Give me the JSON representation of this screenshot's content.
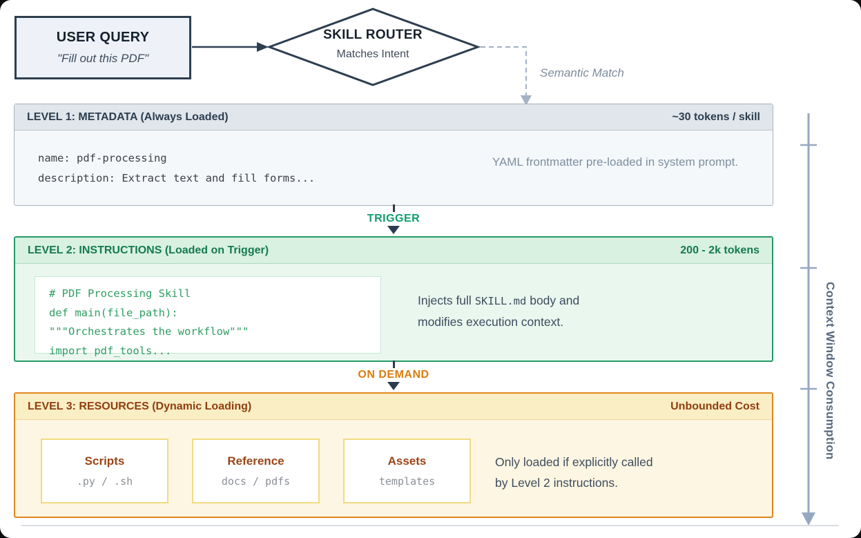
{
  "colors": {
    "navy": "#2d3e50",
    "green_accent": "#249a67",
    "green_text": "#157a4f",
    "trigger_green": "#0f9e6d",
    "orange_accent": "#df861e",
    "on_demand_orange": "#d97d0e",
    "brown_text": "#8f3e0e",
    "card_title_rust": "#9a4516",
    "note_gray": "#7e8ea0",
    "axis_gray_blue": "#96a8c1"
  },
  "flow": {
    "user_query": {
      "title": "USER QUERY",
      "subtitle": "\"Fill out this PDF\""
    },
    "skill_router": {
      "title": "SKILL ROUTER",
      "subtitle": "Matches Intent"
    },
    "semantic_match_label": "Semantic Match"
  },
  "level1": {
    "header": "LEVEL 1: METADATA (Always Loaded)",
    "badge": "~30 tokens / skill",
    "code_lines": [
      "name: pdf-processing",
      "description: Extract text and fill forms..."
    ],
    "note": "YAML frontmatter pre-loaded in system prompt."
  },
  "trigger": {
    "label": "TRIGGER"
  },
  "level2": {
    "header": "LEVEL 2: INSTRUCTIONS (Loaded on Trigger)",
    "badge": "200 - 2k tokens",
    "code_lines": [
      "# PDF Processing Skill",
      "def main(file_path):",
      "\"\"\"Orchestrates the workflow\"\"\"",
      "import pdf_tools..."
    ],
    "note": {
      "pre": "Injects full ",
      "code": "SKILL.md",
      "post": " body and",
      "line2": "modifies execution context."
    }
  },
  "on_demand": {
    "label": "ON DEMAND"
  },
  "level3": {
    "header": "LEVEL 3: RESOURCES (Dynamic Loading)",
    "badge": "Unbounded Cost",
    "cards": [
      {
        "title": "Scripts",
        "subtitle": ".py / .sh"
      },
      {
        "title": "Reference",
        "subtitle": "docs / pdfs"
      },
      {
        "title": "Assets",
        "subtitle": "templates"
      }
    ],
    "note_line1": "Only loaded if explicitly called",
    "note_line2": "by Level 2 instructions."
  },
  "side_axis": {
    "label": "Context Window Consumption"
  }
}
